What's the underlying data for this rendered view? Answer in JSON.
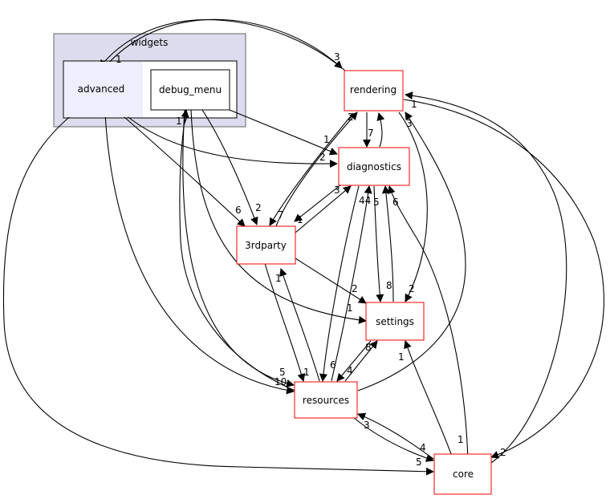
{
  "cluster": {
    "title": "widgets",
    "fill": "#dcdcee",
    "stroke": "#666666",
    "inner_fill": "#ffffff"
  },
  "nodes": {
    "advanced": {
      "label": "advanced",
      "fill": "#eeeeff"
    },
    "debug_menu": {
      "label": "debug_menu",
      "fill": "#ffffff",
      "stroke": "#000000"
    },
    "rendering": {
      "label": "rendering"
    },
    "diagnostics": {
      "label": "diagnostics"
    },
    "thirdparty": {
      "label": "3rdparty"
    },
    "settings": {
      "label": "settings"
    },
    "resources": {
      "label": "resources"
    },
    "core": {
      "label": "core"
    }
  },
  "node_style": {
    "fill": "#ffffff",
    "stroke": "#ff0000"
  },
  "edge_labels": [
    {
      "id": "rendering-to-advanced",
      "text": "1"
    },
    {
      "id": "advanced-to-rendering",
      "text": "3"
    },
    {
      "id": "debug-to-diagnostics",
      "text": "1"
    },
    {
      "id": "advanced-to-diagnostics",
      "text": "2"
    },
    {
      "id": "rendering-to-diagnostics",
      "text": "7"
    },
    {
      "id": "thirdparty-to-rendering",
      "text": "2"
    },
    {
      "id": "core-to-rendering",
      "text": "1"
    },
    {
      "id": "resources-to-rendering",
      "text": "3"
    },
    {
      "id": "advanced-to-thirdparty",
      "text": "6"
    },
    {
      "id": "debug-to-thirdparty",
      "text": "2"
    },
    {
      "id": "rendering-to-thirdparty",
      "text": "7"
    },
    {
      "id": "diagnostics-to-thirdparty",
      "text": "1"
    },
    {
      "id": "thirdparty-to-diagnostics",
      "text": "3"
    },
    {
      "id": "resources-to-diagnostics",
      "text": "44"
    },
    {
      "id": "settings-to-diagnostics",
      "text": "5"
    },
    {
      "id": "core-to-diagnostics",
      "text": "6"
    },
    {
      "id": "resources-to-debug",
      "text": "17"
    },
    {
      "id": "thirdparty-to-settings",
      "text": "2"
    },
    {
      "id": "diagnostics-to-settings",
      "text": "8"
    },
    {
      "id": "rendering-to-settings",
      "text": "2"
    },
    {
      "id": "resources-to-thirdparty",
      "text": "1"
    },
    {
      "id": "diagnostics-to-resources-a",
      "text": "1"
    },
    {
      "id": "resources-to-settings",
      "text": "8"
    },
    {
      "id": "core-to-settings",
      "text": "1"
    },
    {
      "id": "advanced-to-resources",
      "text": "5"
    },
    {
      "id": "debug-to-resources",
      "text": "10"
    },
    {
      "id": "thirdparty-to-resources",
      "text": "1"
    },
    {
      "id": "diagnostics-to-resources",
      "text": "6"
    },
    {
      "id": "settings-to-resources",
      "text": "4"
    },
    {
      "id": "core-to-resources",
      "text": "3"
    },
    {
      "id": "resources-to-core",
      "text": "4"
    },
    {
      "id": "advanced-to-core",
      "text": "5"
    },
    {
      "id": "diagnostics-to-core",
      "text": "1"
    },
    {
      "id": "rendering-to-core",
      "text": "2"
    }
  ]
}
